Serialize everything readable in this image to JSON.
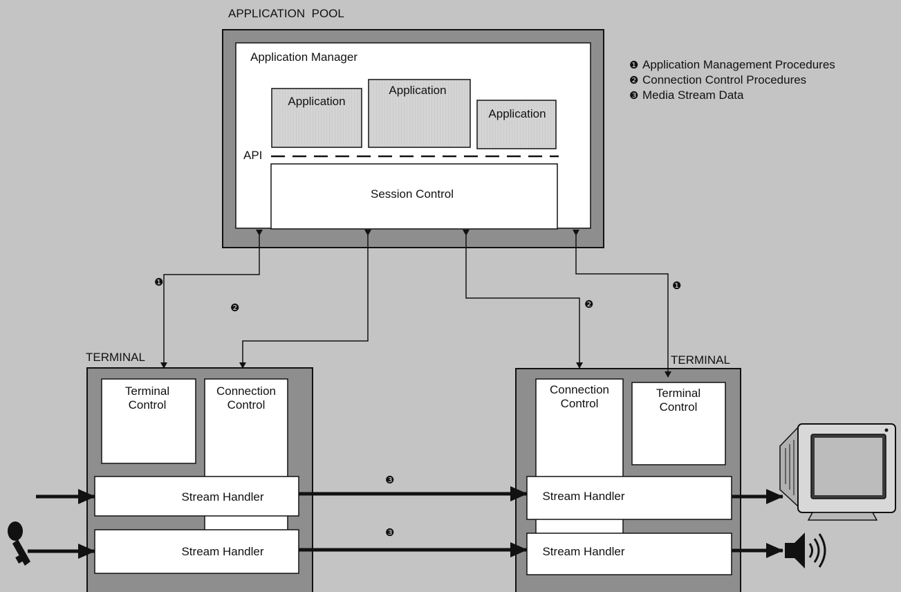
{
  "pool": {
    "title": "APPLICATION  POOL",
    "manager_label": "Application Manager",
    "applications": [
      "Application",
      "Application",
      "Application"
    ],
    "api_label": "API",
    "session_control": "Session Control"
  },
  "legend": [
    {
      "num": "❶",
      "text": "Application Management Procedures"
    },
    {
      "num": "❷",
      "text": "Connection Control Procedures"
    },
    {
      "num": "❸",
      "text": "Media Stream Data"
    }
  ],
  "left_terminal": {
    "title": "TERMINAL",
    "terminal_control": [
      "Terminal",
      "Control"
    ],
    "connection_control": [
      "Connection",
      "Control"
    ],
    "stream_handlers": [
      "Stream Handler",
      "Stream Handler"
    ]
  },
  "right_terminal": {
    "title": "TERMINAL",
    "connection_control": [
      "Connection",
      "Control"
    ],
    "terminal_control": [
      "Terminal",
      "Control"
    ],
    "stream_handlers": [
      "Stream Handler",
      "Stream Handler"
    ]
  },
  "link_markers": {
    "left_app_mgmt": "❶",
    "left_conn_ctrl": "❷",
    "right_conn_ctrl": "❷",
    "right_app_mgmt": "❶",
    "media_top": "❸",
    "media_bottom": "❸"
  },
  "colors": {
    "background": "#c4c4c4",
    "frame": "#8e8e8e",
    "box": "#ffffff",
    "app_fill": "#d4d4d4",
    "line": "#111111"
  }
}
